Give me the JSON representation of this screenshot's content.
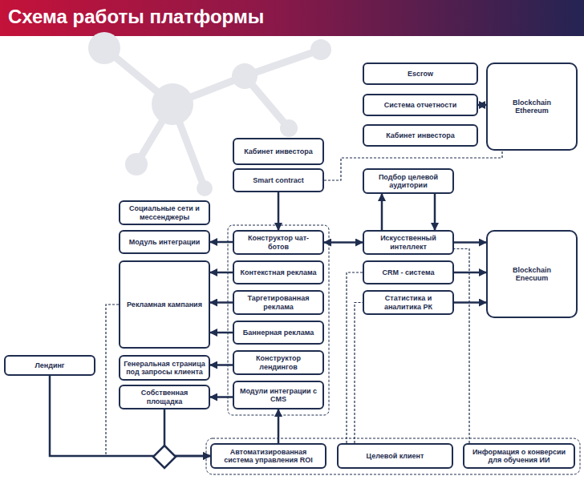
{
  "diagram": {
    "title": "Схема работы платформы",
    "nodes": [
      {
        "text": [
          "Escrow"
        ]
      },
      {
        "text": [
          "Система отчетности"
        ]
      },
      {
        "text": [
          "Кабинет инвестора"
        ]
      },
      {
        "text": [
          "Blockchain Ethereum"
        ]
      },
      {
        "text": [
          "Кабинет инвестора"
        ]
      },
      {
        "text": [
          "Smart contract"
        ]
      },
      {
        "text": [
          "Подбор целевой аудитории"
        ]
      },
      {
        "text": [
          "Социальные сети и мессенджеры"
        ]
      },
      {
        "text": [
          "Модуль интеграции"
        ]
      },
      {
        "text": [
          "Конструктор чат-ботов"
        ]
      },
      {
        "text": [
          "Искусственный интеллект"
        ]
      },
      {
        "text": [
          "Blockchain Enecuum"
        ]
      },
      {
        "text": [
          "Рекламная кампания"
        ]
      },
      {
        "text": [
          "Контекстная реклама"
        ]
      },
      {
        "text": [
          "CRM - система"
        ]
      },
      {
        "text": [
          "Таргетированная реклама"
        ]
      },
      {
        "text": [
          "Статистика и аналитика РК"
        ]
      },
      {
        "text": [
          "Баннерная реклама"
        ]
      },
      {
        "text": [
          "Лендинг"
        ]
      },
      {
        "text": [
          "Генеральная страница под запросы клиента"
        ]
      },
      {
        "text": [
          "Конструктор лендингов"
        ]
      },
      {
        "text": [
          "Собственная площадка"
        ]
      },
      {
        "text": [
          "Модули интеграции с CMS"
        ]
      },
      {
        "text": [
          "Автоматизированная система управления ROI"
        ]
      },
      {
        "text": [
          "Целевой клиент"
        ]
      },
      {
        "text": [
          "Информация о конверсии для обучения ИИ"
        ]
      }
    ],
    "edges": [
      {
        "from": 5,
        "to": 9,
        "arrow": "to"
      },
      {
        "from": 5,
        "to": 3,
        "arrow": "none"
      },
      {
        "from": 1,
        "to": 3,
        "arrow": "both"
      },
      {
        "from": 10,
        "to": 6,
        "arrow": "to"
      },
      {
        "from": 6,
        "to": 10,
        "arrow": "to"
      },
      {
        "from": 9,
        "to": 8,
        "arrow": "to"
      },
      {
        "from": 9,
        "to": 10,
        "arrow": "both"
      },
      {
        "from": 10,
        "to": 11,
        "arrow": "to"
      },
      {
        "from": 14,
        "to": 11,
        "arrow": "to"
      },
      {
        "from": 16,
        "to": 11,
        "arrow": "to"
      },
      {
        "from": 13,
        "to": 12,
        "arrow": "to"
      },
      {
        "from": 15,
        "to": 12,
        "arrow": "to"
      },
      {
        "from": 17,
        "to": 12,
        "arrow": "to"
      },
      {
        "from": 20,
        "to": 19,
        "arrow": "to"
      },
      {
        "from": 22,
        "to": 21,
        "arrow": "to"
      },
      {
        "from": 23,
        "to": 22,
        "arrow": "to"
      },
      {
        "from": 18,
        "to": 23,
        "arrow": "to"
      },
      {
        "from": 21,
        "to": 23,
        "arrow": "to"
      },
      {
        "from": 12,
        "to": 23,
        "arrow": "to"
      },
      {
        "from": 24,
        "to": 16,
        "arrow": "none"
      },
      {
        "from": 24,
        "to": 14,
        "arrow": "none"
      },
      {
        "from": 25,
        "to": 10,
        "arrow": "none"
      }
    ]
  }
}
